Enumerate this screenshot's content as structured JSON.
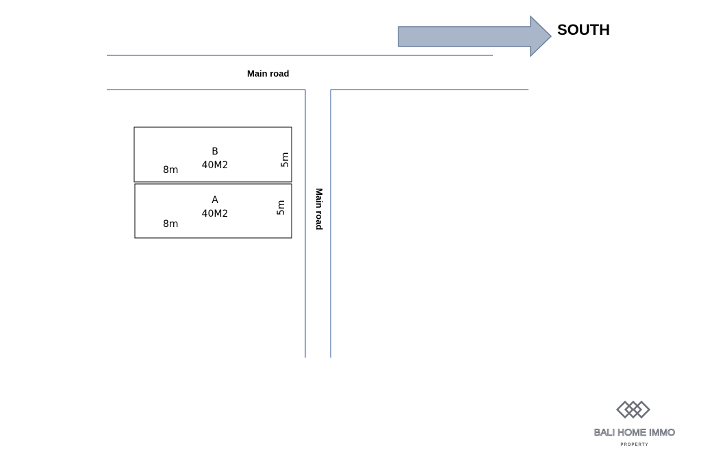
{
  "compass": {
    "label": "SOUTH",
    "arrow_fill": "#a9b5c9",
    "arrow_stroke": "#6b7e9a"
  },
  "roads": {
    "horizontal_label": "Main road",
    "vertical_label": "Main road",
    "color": "#4a6fa8"
  },
  "plots": [
    {
      "name": "B",
      "area": "40M2",
      "length": "8m",
      "width": "5m"
    },
    {
      "name": "A",
      "area": "40M2",
      "length": "8m",
      "width": "5m"
    }
  ],
  "logo": {
    "brand": "BALI HOME IMMO",
    "tagline": "PROPERTY"
  }
}
